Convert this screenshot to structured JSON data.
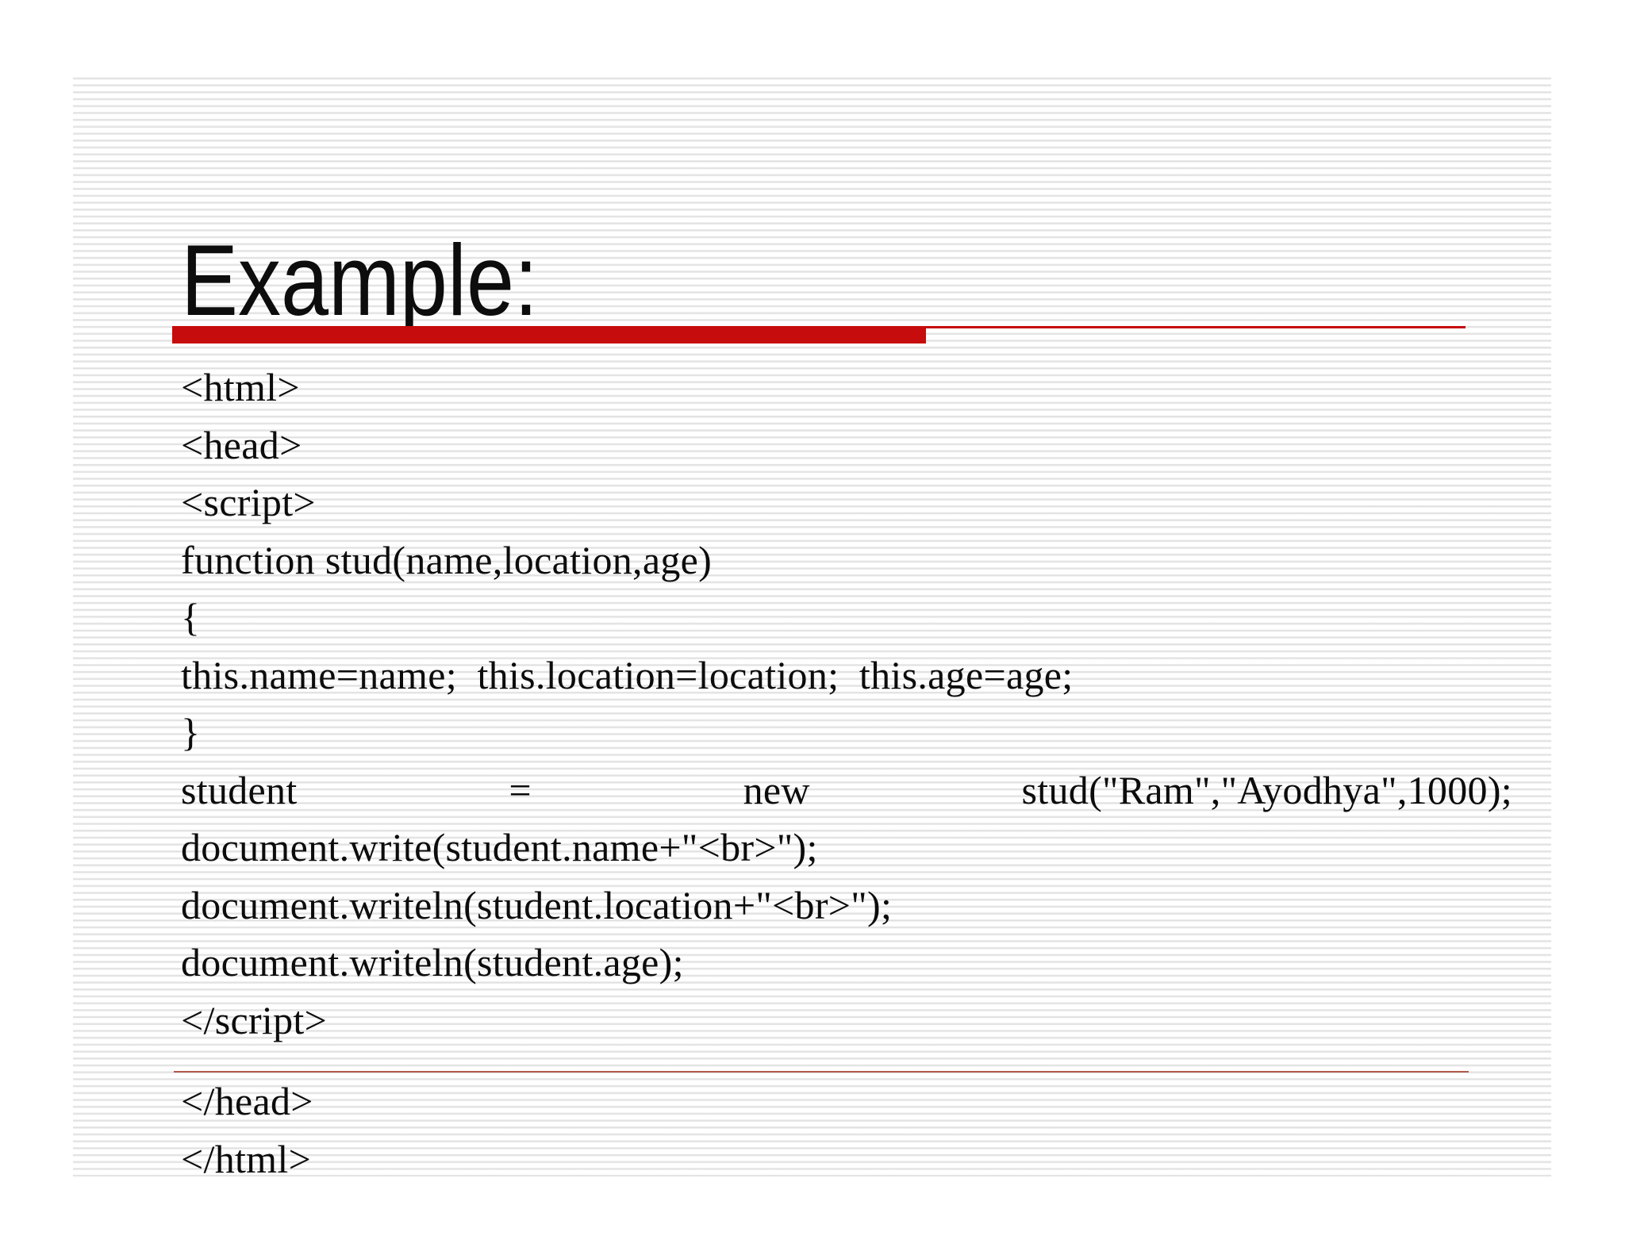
{
  "title": "Example:",
  "colors": {
    "accent": "#c60c0c",
    "divider": "#b05a4a",
    "stripe": "#e0e0e0",
    "text": "#0c0c0c"
  },
  "code": {
    "lines": [
      {
        "text": "<html>"
      },
      {
        "text": "<head>"
      },
      {
        "text": "<script>"
      },
      {
        "text": "function stud(name,location,age)"
      },
      {
        "text": "{"
      },
      {
        "text": "this.name=name;  this.location=location;  this.age=age;"
      },
      {
        "text": "}"
      },
      {
        "tokens": [
          "student",
          "=",
          "new",
          "stud(\"Ram\",\"Ayodhya\",1000);"
        ]
      },
      {
        "text": "document.write(student.name+\"<br>\");"
      },
      {
        "text": "document.writeln(student.location+\"<br>\");"
      },
      {
        "text": "document.writeln(student.age);"
      },
      {
        "text": "</script>"
      }
    ],
    "footer_lines": [
      {
        "text": "</head>"
      },
      {
        "text": "</html>"
      }
    ]
  }
}
